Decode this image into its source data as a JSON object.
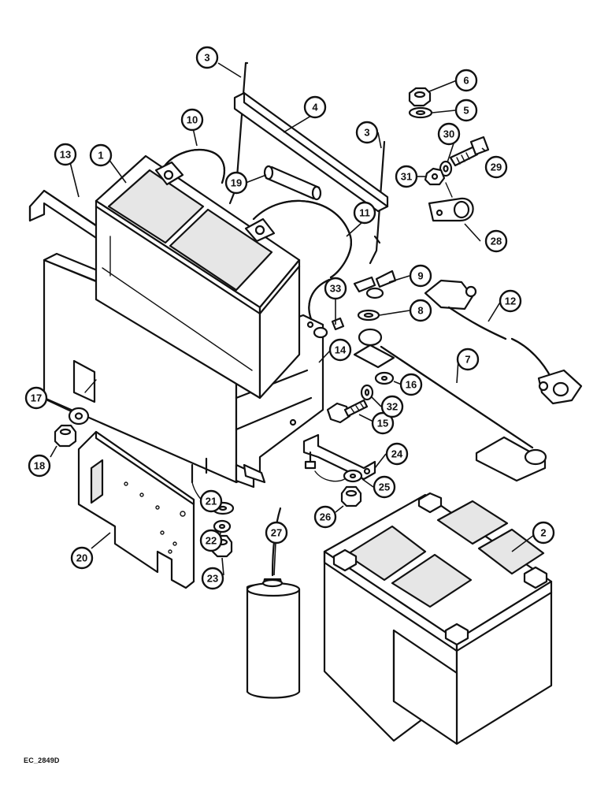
{
  "figure_code": "EC_2849D",
  "callouts": [
    {
      "label": "1"
    },
    {
      "label": "2"
    },
    {
      "label": "3"
    },
    {
      "label": "3"
    },
    {
      "label": "4"
    },
    {
      "label": "5"
    },
    {
      "label": "6"
    },
    {
      "label": "7"
    },
    {
      "label": "8"
    },
    {
      "label": "9"
    },
    {
      "label": "10"
    },
    {
      "label": "11"
    },
    {
      "label": "12"
    },
    {
      "label": "13"
    },
    {
      "label": "14"
    },
    {
      "label": "15"
    },
    {
      "label": "16"
    },
    {
      "label": "17"
    },
    {
      "label": "18"
    },
    {
      "label": "19"
    },
    {
      "label": "20"
    },
    {
      "label": "21"
    },
    {
      "label": "22"
    },
    {
      "label": "23"
    },
    {
      "label": "24"
    },
    {
      "label": "25"
    },
    {
      "label": "26"
    },
    {
      "label": "27"
    },
    {
      "label": "28"
    },
    {
      "label": "29"
    },
    {
      "label": "30"
    },
    {
      "label": "31"
    },
    {
      "label": "32"
    },
    {
      "label": "33"
    }
  ]
}
